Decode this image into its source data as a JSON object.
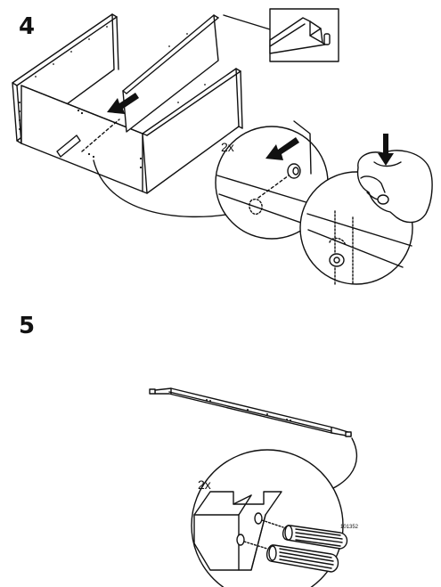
{
  "steps": [
    {
      "number": "4",
      "quantity_label": "2x"
    },
    {
      "number": "5",
      "quantity_label": "2x",
      "article_number": "101352"
    }
  ],
  "colors": {
    "line": "#111111",
    "background": "#ffffff",
    "panel_fill": "#ffffff"
  },
  "icons": [
    "arrow-icon",
    "dowel-icon",
    "hand-icon",
    "push-arrow-icon"
  ]
}
